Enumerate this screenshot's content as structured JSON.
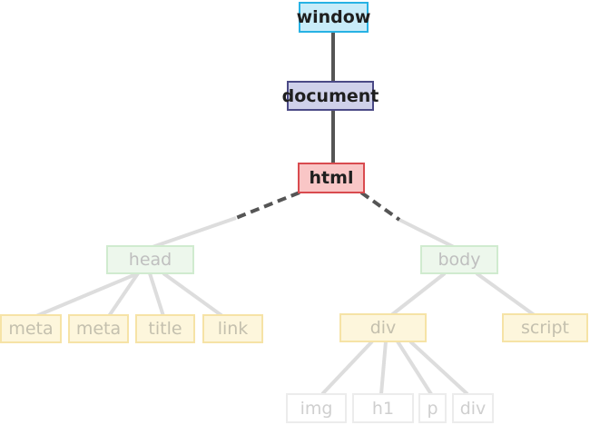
{
  "nodes": {
    "window": "window",
    "document": "document",
    "html": "html",
    "head": "head",
    "body": "body",
    "meta1": "meta",
    "meta2": "meta",
    "title": "title",
    "link": "link",
    "div": "div",
    "script": "script",
    "img": "img",
    "h1": "h1",
    "p": "p",
    "div2": "div"
  },
  "colors": {
    "window_border": "#27b2e4",
    "document_border": "#4b4a86",
    "html_border": "#d94b4f",
    "solid_connector": "#555555",
    "dashed_connector": "#555555",
    "faded_connector": "#dddddd"
  }
}
